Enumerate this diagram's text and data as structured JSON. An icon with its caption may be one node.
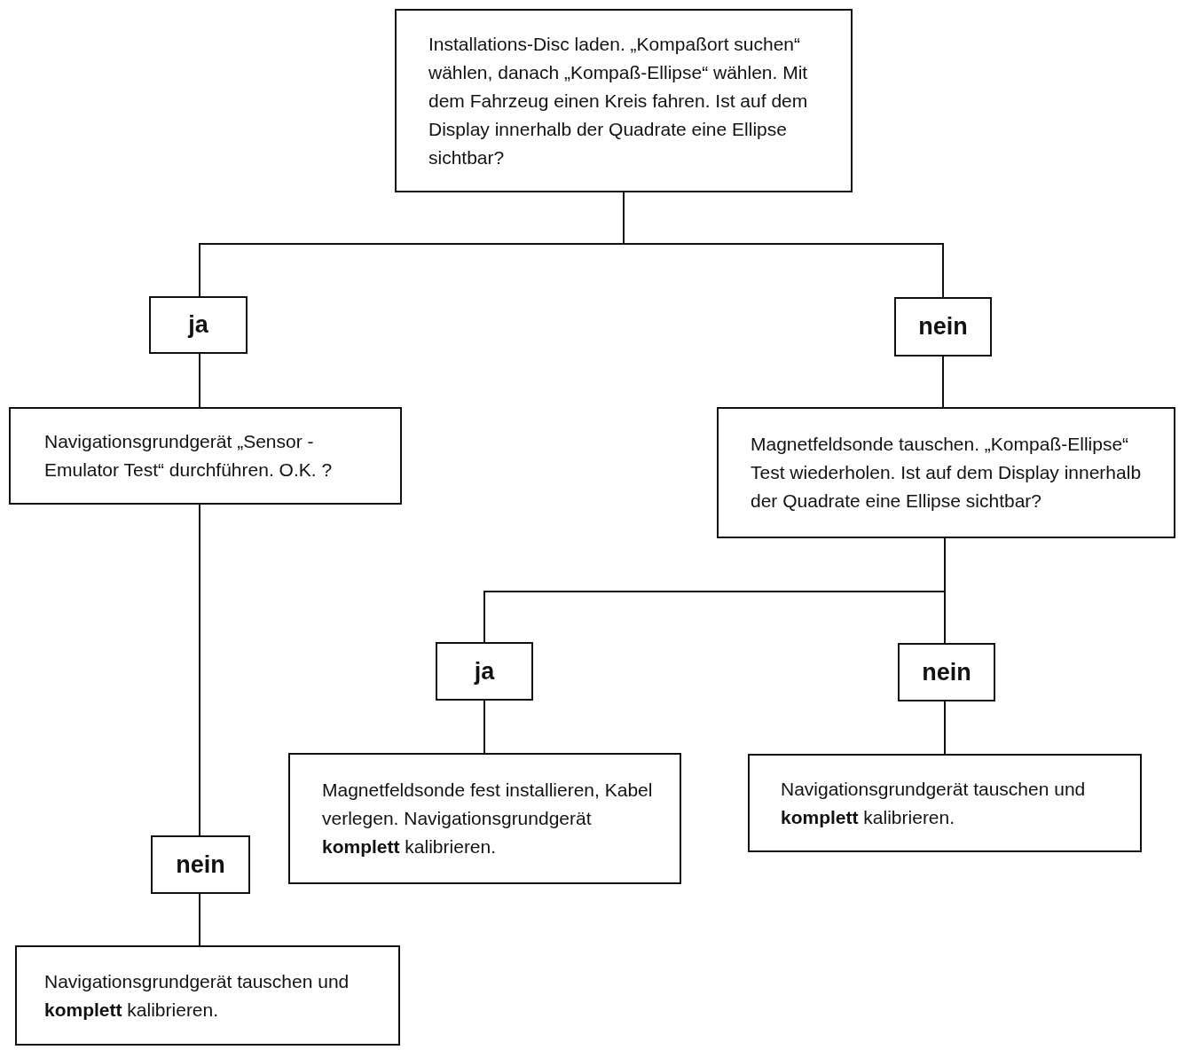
{
  "diagram": {
    "nodes": [
      {
        "text": [
          "Installations-Disc laden. „Kompaßort suchen“ wählen, danach „Kompaß-Ellipse“ wählen. Mit dem Fahrzeug einen Kreis fahren. Ist auf dem Display innerhalb der Quadrate eine Ellipse sichtbar?"
        ]
      },
      {
        "text": [
          "ja"
        ]
      },
      {
        "text": [
          "nein"
        ]
      },
      {
        "text": [
          "Navigationsgrundgerät „Sensor - Emulator Test“ durchführen. O.K. ?"
        ]
      },
      {
        "text": [
          "Magnetfeldsonde tauschen. „Kompaß-Ellipse“ Test wiederholen. Ist auf dem Display innerhalb der Quadrate eine Ellipse sichtbar?"
        ]
      },
      {
        "text": [
          "ja"
        ]
      },
      {
        "text": [
          "nein"
        ]
      },
      {
        "text": [
          "Magnetfeldsonde fest installieren, Kabel verlegen. Navigationsgrundgerät **komplett** kalibrieren."
        ]
      },
      {
        "text": [
          "Navigationsgrundgerät tauschen und **komplett** kalibrieren."
        ]
      },
      {
        "text": [
          "nein"
        ]
      },
      {
        "text": [
          "Navigationsgrundgerät tauschen und **komplett** kalibrieren."
        ]
      }
    ],
    "edges": [
      {
        "from": 0,
        "to": 1,
        "arrow": "none"
      },
      {
        "from": 0,
        "to": 2,
        "arrow": "none"
      },
      {
        "from": 1,
        "to": 3,
        "arrow": "none"
      },
      {
        "from": 2,
        "to": 4,
        "arrow": "none"
      },
      {
        "from": 4,
        "to": 5,
        "arrow": "none"
      },
      {
        "from": 4,
        "to": 6,
        "arrow": "none"
      },
      {
        "from": 5,
        "to": 7,
        "arrow": "none"
      },
      {
        "from": 6,
        "to": 8,
        "arrow": "none"
      },
      {
        "from": 3,
        "to": 9,
        "arrow": "none"
      },
      {
        "from": 9,
        "to": 10,
        "arrow": "none"
      }
    ]
  }
}
